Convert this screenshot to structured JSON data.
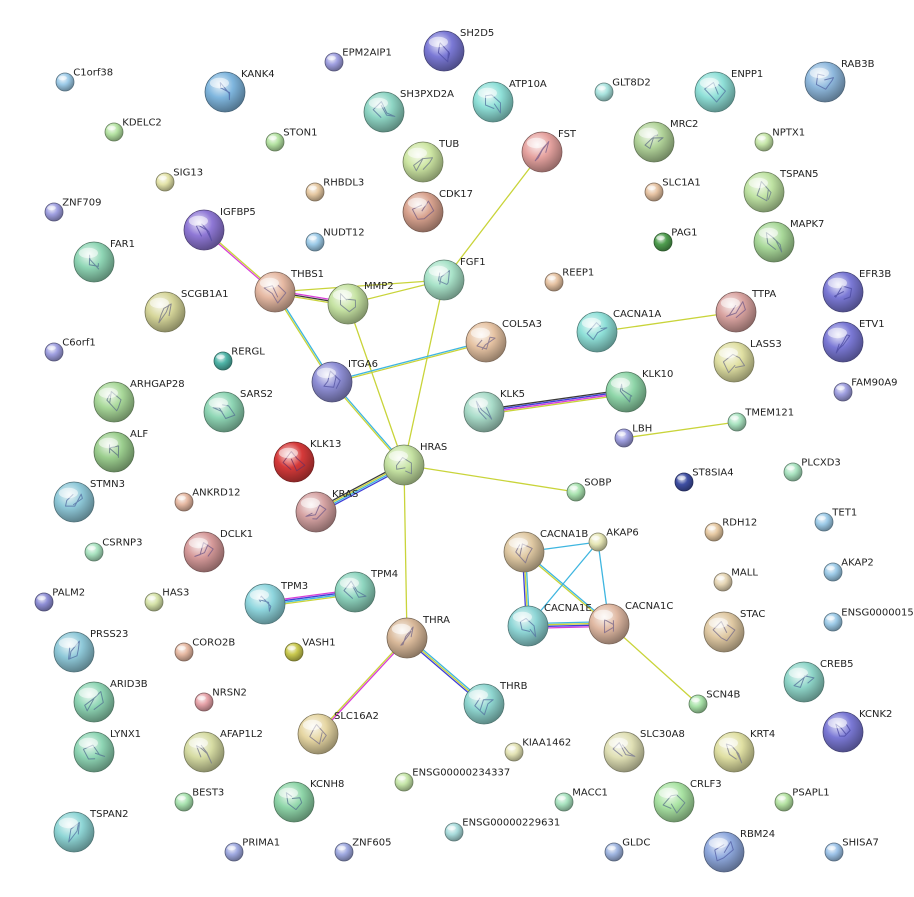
{
  "nodes": [
    {
      "id": "SH2D5",
      "label": "SH2D5",
      "size": "large",
      "color": "#7b79d6",
      "structure": true
    },
    {
      "id": "EPM2AIP1",
      "label": "EPM2AIP1",
      "size": "small",
      "color": "#9f9fe0",
      "structure": false
    },
    {
      "id": "C1orf38",
      "label": "C1orf38",
      "size": "small",
      "color": "#9dcbe8",
      "structure": false
    },
    {
      "id": "KANK4",
      "label": "KANK4",
      "size": "large",
      "color": "#7fb6de",
      "structure": true
    },
    {
      "id": "SH3PXD2A",
      "label": "SH3PXD2A",
      "size": "large",
      "color": "#8fd6c5",
      "structure": true
    },
    {
      "id": "ATP10A",
      "label": "ATP10A",
      "size": "large",
      "color": "#8fe0d8",
      "structure": true
    },
    {
      "id": "GLT8D2",
      "label": "GLT8D2",
      "size": "small",
      "color": "#a9e3de",
      "structure": false
    },
    {
      "id": "ENPP1",
      "label": "ENPP1",
      "size": "large",
      "color": "#8fe0d8",
      "structure": true
    },
    {
      "id": "RAB3B",
      "label": "RAB3B",
      "size": "large",
      "color": "#8fb9de",
      "structure": true
    },
    {
      "id": "KDELC2",
      "label": "KDELC2",
      "size": "small",
      "color": "#b5e3a3",
      "structure": false
    },
    {
      "id": "STON1",
      "label": "STON1",
      "size": "small",
      "color": "#b5e3a3",
      "structure": false
    },
    {
      "id": "TUB",
      "label": "TUB",
      "size": "large",
      "color": "#cde6a3",
      "structure": true
    },
    {
      "id": "FST",
      "label": "FST",
      "size": "large",
      "color": "#e6a3a0",
      "structure": true
    },
    {
      "id": "MRC2",
      "label": "MRC2",
      "size": "large",
      "color": "#b2d49a",
      "structure": true
    },
    {
      "id": "NPTX1",
      "label": "NPTX1",
      "size": "small",
      "color": "#c6e6a9",
      "structure": false
    },
    {
      "id": "SIG13",
      "label": "SIG13",
      "size": "small",
      "color": "#e3e3a9",
      "structure": false
    },
    {
      "id": "RHBDL3",
      "label": "RHBDL3",
      "size": "small",
      "color": "#e6c9a3",
      "structure": false
    },
    {
      "id": "CDK17",
      "label": "CDK17",
      "size": "large",
      "color": "#d9a38f",
      "structure": true
    },
    {
      "id": "SLC1A1",
      "label": "SLC1A1",
      "size": "small",
      "color": "#e6c3a3",
      "structure": false
    },
    {
      "id": "TSPAN5",
      "label": "TSPAN5",
      "size": "large",
      "color": "#bfe3a3",
      "structure": true
    },
    {
      "id": "ZNF709",
      "label": "ZNF709",
      "size": "small",
      "color": "#9f9fe0",
      "structure": false
    },
    {
      "id": "IGFBP5",
      "label": "IGFBP5",
      "size": "large",
      "color": "#8f78d6",
      "structure": true
    },
    {
      "id": "NUDT12",
      "label": "NUDT12",
      "size": "small",
      "color": "#9dcbe8",
      "structure": false
    },
    {
      "id": "PAG1",
      "label": "PAG1",
      "size": "small",
      "color": "#4f9e4f",
      "structure": false
    },
    {
      "id": "MAPK7",
      "label": "MAPK7",
      "size": "large",
      "color": "#a9d99a",
      "structure": true
    },
    {
      "id": "FAR1",
      "label": "FAR1",
      "size": "large",
      "color": "#8fd6b5",
      "structure": true
    },
    {
      "id": "THBS1",
      "label": "THBS1",
      "size": "large",
      "color": "#e6b9a3",
      "structure": true
    },
    {
      "id": "MMP2",
      "label": "MMP2",
      "size": "large",
      "color": "#c6e3a3",
      "structure": true
    },
    {
      "id": "FGF1",
      "label": "FGF1",
      "size": "large",
      "color": "#a9e3c9",
      "structure": true
    },
    {
      "id": "REEP1",
      "label": "REEP1",
      "size": "small",
      "color": "#e6c3a3",
      "structure": false
    },
    {
      "id": "EFR3B",
      "label": "EFR3B",
      "size": "large",
      "color": "#7b79d6",
      "structure": true
    },
    {
      "id": "SCGB1A1",
      "label": "SCGB1A1",
      "size": "large",
      "color": "#d6d69a",
      "structure": true
    },
    {
      "id": "CACNA1A",
      "label": "CACNA1A",
      "size": "large",
      "color": "#8fe0d8",
      "structure": true
    },
    {
      "id": "TTPA",
      "label": "TTPA",
      "size": "large",
      "color": "#d9a3a0",
      "structure": true
    },
    {
      "id": "ETV1",
      "label": "ETV1",
      "size": "large",
      "color": "#7b79d6",
      "structure": true
    },
    {
      "id": "COL5A3",
      "label": "COL5A3",
      "size": "large",
      "color": "#e6c3a3",
      "structure": true
    },
    {
      "id": "C6orf1",
      "label": "C6orf1",
      "size": "small",
      "color": "#9f9fe0",
      "structure": false
    },
    {
      "id": "RERGL",
      "label": "RERGL",
      "size": "small",
      "color": "#4fb5a8",
      "structure": false
    },
    {
      "id": "ITGA6",
      "label": "ITGA6",
      "size": "large",
      "color": "#8f8fd6",
      "structure": true
    },
    {
      "id": "LASS3",
      "label": "LASS3",
      "size": "large",
      "color": "#e0e0a3",
      "structure": true
    },
    {
      "id": "FAM90A9",
      "label": "FAM90A9",
      "size": "small",
      "color": "#9f9fe0",
      "structure": false
    },
    {
      "id": "ARHGAP28",
      "label": "ARHGAP28",
      "size": "large",
      "color": "#a9d99a",
      "structure": true
    },
    {
      "id": "SARS2",
      "label": "SARS2",
      "size": "large",
      "color": "#8fd6b5",
      "structure": true
    },
    {
      "id": "KLK5",
      "label": "KLK5",
      "size": "large",
      "color": "#a9dcc9",
      "structure": true
    },
    {
      "id": "KLK10",
      "label": "KLK10",
      "size": "large",
      "color": "#8fd6a9",
      "structure": true
    },
    {
      "id": "TMEM121",
      "label": "TMEM121",
      "size": "small",
      "color": "#a9e3c0",
      "structure": false
    },
    {
      "id": "LBH",
      "label": "LBH",
      "size": "small",
      "color": "#9f9fe0",
      "structure": false
    },
    {
      "id": "ALF",
      "label": "ALF",
      "size": "large",
      "color": "#9ccf8f",
      "structure": true
    },
    {
      "id": "KLK13",
      "label": "KLK13",
      "size": "large",
      "color": "#d63a3a",
      "structure": true
    },
    {
      "id": "HRAS",
      "label": "HRAS",
      "size": "large",
      "color": "#c6e3a3",
      "structure": true
    },
    {
      "id": "ST8SIA4",
      "label": "ST8SIA4",
      "size": "small",
      "color": "#3f4fa3",
      "structure": false
    },
    {
      "id": "PLCXD3",
      "label": "PLCXD3",
      "size": "small",
      "color": "#a9e3c0",
      "structure": false
    },
    {
      "id": "STMN3",
      "label": "STMN3",
      "size": "large",
      "color": "#8fc9d9",
      "structure": true
    },
    {
      "id": "ANKRD12",
      "label": "ANKRD12",
      "size": "small",
      "color": "#e6b9a3",
      "structure": false
    },
    {
      "id": "KRAS",
      "label": "KRAS",
      "size": "large",
      "color": "#d6a3a3",
      "structure": true
    },
    {
      "id": "SOBP",
      "label": "SOBP",
      "size": "small",
      "color": "#a9e3b0",
      "structure": false
    },
    {
      "id": "TET1",
      "label": "TET1",
      "size": "small",
      "color": "#9dcbe8",
      "structure": false
    },
    {
      "id": "DCLK1",
      "label": "DCLK1",
      "size": "large",
      "color": "#d69a9a",
      "structure": true
    },
    {
      "id": "RDH12",
      "label": "RDH12",
      "size": "small",
      "color": "#e6c9a3",
      "structure": false
    },
    {
      "id": "CSRNP3",
      "label": "CSRNP3",
      "size": "small",
      "color": "#a9e3c0",
      "structure": false
    },
    {
      "id": "CACNA1B",
      "label": "CACNA1B",
      "size": "large",
      "color": "#e0c9a3",
      "structure": true
    },
    {
      "id": "AKAP6",
      "label": "AKAP6",
      "size": "small",
      "color": "#e6e6b5",
      "structure": false
    },
    {
      "id": "AKAP2",
      "label": "AKAP2",
      "size": "small",
      "color": "#9dcbe8",
      "structure": false
    },
    {
      "id": "MALL",
      "label": "MALL",
      "size": "small",
      "color": "#e6d6b5",
      "structure": false
    },
    {
      "id": "PALM2",
      "label": "PALM2",
      "size": "small",
      "color": "#8f8fd6",
      "structure": false
    },
    {
      "id": "HAS3",
      "label": "HAS3",
      "size": "small",
      "color": "#d6e3a9",
      "structure": false
    },
    {
      "id": "TPM3",
      "label": "TPM3",
      "size": "large",
      "color": "#8fd6de",
      "structure": true
    },
    {
      "id": "TPM4",
      "label": "TPM4",
      "size": "large",
      "color": "#8fd6c0",
      "structure": true
    },
    {
      "id": "CACNA1E",
      "label": "CACNA1E",
      "size": "large",
      "color": "#8fd6d6",
      "structure": true
    },
    {
      "id": "CACNA1C",
      "label": "CACNA1C",
      "size": "large",
      "color": "#e0b9a3",
      "structure": true
    },
    {
      "id": "STAC",
      "label": "STAC",
      "size": "large",
      "color": "#e0c9a3",
      "structure": true
    },
    {
      "id": "ENSG0000015",
      "label": "ENSG0000015",
      "size": "small",
      "color": "#9dcbe8",
      "structure": false
    },
    {
      "id": "PRSS23",
      "label": "PRSS23",
      "size": "large",
      "color": "#8fc9d9",
      "structure": true
    },
    {
      "id": "CORO2B",
      "label": "CORO2B",
      "size": "small",
      "color": "#e6b9a3",
      "structure": false
    },
    {
      "id": "VASH1",
      "label": "VASH1",
      "size": "small",
      "color": "#c9c94f",
      "structure": false
    },
    {
      "id": "THRA",
      "label": "THRA",
      "size": "large",
      "color": "#d9b99a",
      "structure": true
    },
    {
      "id": "CREB5",
      "label": "CREB5",
      "size": "large",
      "color": "#8fd6c9",
      "structure": true
    },
    {
      "id": "ARID3B",
      "label": "ARID3B",
      "size": "large",
      "color": "#8fd6b5",
      "structure": true
    },
    {
      "id": "NRSN2",
      "label": "NRSN2",
      "size": "small",
      "color": "#e6a3a9",
      "structure": false
    },
    {
      "id": "THRB",
      "label": "THRB",
      "size": "large",
      "color": "#8fd6d0",
      "structure": true
    },
    {
      "id": "SCN4B",
      "label": "SCN4B",
      "size": "small",
      "color": "#a9e3a9",
      "structure": false
    },
    {
      "id": "KCNK2",
      "label": "KCNK2",
      "size": "large",
      "color": "#7b79d6",
      "structure": true
    },
    {
      "id": "SLC16A2",
      "label": "SLC16A2",
      "size": "large",
      "color": "#e6d6a3",
      "structure": true
    },
    {
      "id": "LYNX1",
      "label": "LYNX1",
      "size": "large",
      "color": "#8fd6b5",
      "structure": true
    },
    {
      "id": "AFAP1L2",
      "label": "AFAP1L2",
      "size": "large",
      "color": "#d6dca3",
      "structure": true
    },
    {
      "id": "KIAA1462",
      "label": "KIAA1462",
      "size": "small",
      "color": "#e3e3b5",
      "structure": false
    },
    {
      "id": "SLC30A8",
      "label": "SLC30A8",
      "size": "large",
      "color": "#e0e0b5",
      "structure": true
    },
    {
      "id": "KRT4",
      "label": "KRT4",
      "size": "large",
      "color": "#e0e0a3",
      "structure": true
    },
    {
      "id": "ENSG00000234337",
      "label": "ENSG00000234337",
      "size": "small",
      "color": "#c6e6a9",
      "structure": false
    },
    {
      "id": "BEST3",
      "label": "BEST3",
      "size": "small",
      "color": "#a9e3b0",
      "structure": false
    },
    {
      "id": "KCNH8",
      "label": "KCNH8",
      "size": "large",
      "color": "#8fd6a9",
      "structure": true
    },
    {
      "id": "MACC1",
      "label": "MACC1",
      "size": "small",
      "color": "#a9e3c0",
      "structure": false
    },
    {
      "id": "CRLF3",
      "label": "CRLF3",
      "size": "large",
      "color": "#a9e3a3",
      "structure": true
    },
    {
      "id": "PSAPL1",
      "label": "PSAPL1",
      "size": "small",
      "color": "#b5e3a3",
      "structure": false
    },
    {
      "id": "TSPAN2",
      "label": "TSPAN2",
      "size": "large",
      "color": "#8fd6d6",
      "structure": true
    },
    {
      "id": "ENSG00000229631",
      "label": "ENSG00000229631",
      "size": "small",
      "color": "#a9dcdc",
      "structure": false
    },
    {
      "id": "PRIMA1",
      "label": "PRIMA1",
      "size": "small",
      "color": "#9fa9e0",
      "structure": false
    },
    {
      "id": "ZNF605",
      "label": "ZNF605",
      "size": "small",
      "color": "#9fa9e0",
      "structure": false
    },
    {
      "id": "GLDC",
      "label": "GLDC",
      "size": "small",
      "color": "#9fb5e0",
      "structure": false
    },
    {
      "id": "RBM24",
      "label": "RBM24",
      "size": "large",
      "color": "#8fa9de",
      "structure": true
    },
    {
      "id": "SHISA7",
      "label": "SHISA7",
      "size": "small",
      "color": "#9dc3e8",
      "structure": false
    }
  ],
  "edges": [
    {
      "source": "THBS1",
      "target": "IGFBP5",
      "colors": [
        "#d83fd8",
        "#c9d43a"
      ]
    },
    {
      "source": "THBS1",
      "target": "MMP2",
      "colors": [
        "#d83fd8",
        "#3a3a3a",
        "#c9d43a"
      ]
    },
    {
      "source": "THBS1",
      "target": "FGF1",
      "colors": [
        "#c9d43a"
      ]
    },
    {
      "source": "THBS1",
      "target": "ITGA6",
      "colors": [
        "#3fb6e0",
        "#c9d43a"
      ]
    },
    {
      "source": "MMP2",
      "target": "FGF1",
      "colors": [
        "#c9d43a"
      ]
    },
    {
      "source": "MMP2",
      "target": "HRAS",
      "colors": [
        "#c9d43a"
      ]
    },
    {
      "source": "FGF1",
      "target": "FST",
      "colors": [
        "#c9d43a"
      ]
    },
    {
      "source": "FGF1",
      "target": "HRAS",
      "colors": [
        "#c9d43a"
      ]
    },
    {
      "source": "ITGA6",
      "target": "COL5A3",
      "colors": [
        "#3fb6e0",
        "#c9d43a"
      ]
    },
    {
      "source": "ITGA6",
      "target": "HRAS",
      "colors": [
        "#3fb6e0",
        "#c9d43a"
      ]
    },
    {
      "source": "HRAS",
      "target": "KRAS",
      "colors": [
        "#3f3fd8",
        "#3fb6e0",
        "#c9d43a",
        "#3a3a3a"
      ]
    },
    {
      "source": "HRAS",
      "target": "SOBP",
      "colors": [
        "#c9d43a"
      ]
    },
    {
      "source": "HRAS",
      "target": "THRA",
      "colors": [
        "#c9d43a"
      ]
    },
    {
      "source": "CACNA1A",
      "target": "TTPA",
      "colors": [
        "#c9d43a"
      ]
    },
    {
      "source": "KLK5",
      "target": "KLK10",
      "colors": [
        "#3a3a3a",
        "#3f3fd8",
        "#d83fd8",
        "#c9d43a"
      ]
    },
    {
      "source": "LBH",
      "target": "TMEM121",
      "colors": [
        "#c9d43a"
      ]
    },
    {
      "source": "TPM3",
      "target": "TPM4",
      "colors": [
        "#d83fd8",
        "#3f3fd8",
        "#3fb6e0",
        "#c9d43a"
      ]
    },
    {
      "source": "THRA",
      "target": "SLC16A2",
      "colors": [
        "#d83fd8",
        "#c9d43a"
      ]
    },
    {
      "source": "THRA",
      "target": "THRB",
      "colors": [
        "#3fb6e0",
        "#c9d43a",
        "#3f3fd8"
      ]
    },
    {
      "source": "CACNA1B",
      "target": "AKAP6",
      "colors": [
        "#3fb6e0"
      ]
    },
    {
      "source": "CACNA1B",
      "target": "CACNA1E",
      "colors": [
        "#3fb6e0",
        "#c9d43a",
        "#3f3fd8"
      ]
    },
    {
      "source": "CACNA1B",
      "target": "CACNA1C",
      "colors": [
        "#3fb6e0",
        "#c9d43a"
      ]
    },
    {
      "source": "AKAP6",
      "target": "CACNA1E",
      "colors": [
        "#3fb6e0"
      ]
    },
    {
      "source": "AKAP6",
      "target": "CACNA1C",
      "colors": [
        "#3fb6e0"
      ]
    },
    {
      "source": "CACNA1E",
      "target": "CACNA1C",
      "colors": [
        "#3fb6e0",
        "#c9d43a",
        "#3f3fd8",
        "#d83fd8"
      ]
    },
    {
      "source": "CACNA1C",
      "target": "SCN4B",
      "colors": [
        "#c9d43a"
      ]
    }
  ]
}
